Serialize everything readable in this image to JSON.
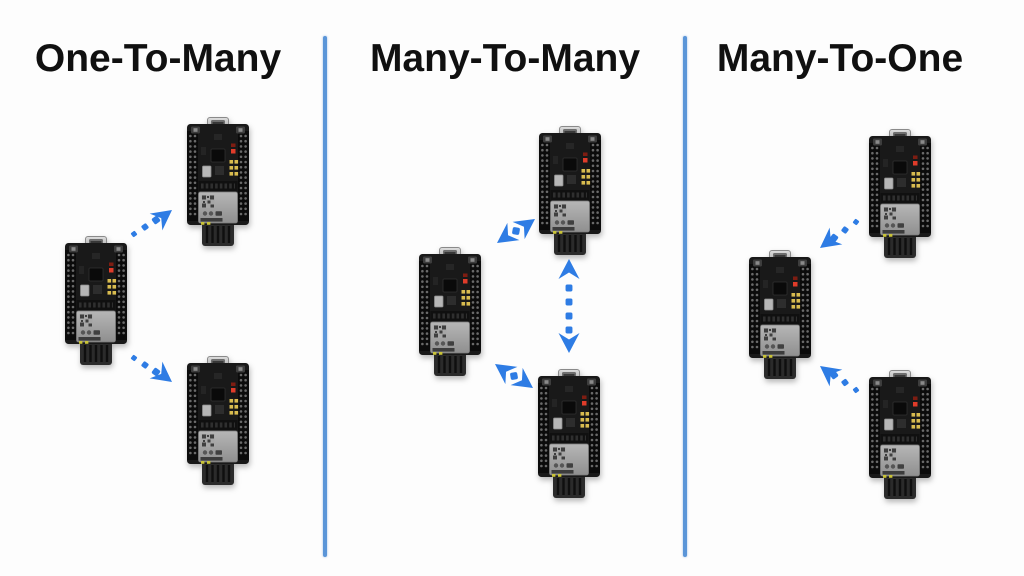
{
  "sections": [
    {
      "title": "One-To-Many",
      "board_count": 3,
      "boards": [
        {
          "role": "sender-left"
        },
        {
          "role": "receiver-top-right"
        },
        {
          "role": "receiver-bottom-right"
        }
      ],
      "arrows": [
        {
          "style": "dotted",
          "heads": 1,
          "direction": "up-right"
        },
        {
          "style": "dotted",
          "heads": 1,
          "direction": "down-right"
        }
      ]
    },
    {
      "title": "Many-To-Many",
      "board_count": 3,
      "boards": [
        {
          "role": "peer-left"
        },
        {
          "role": "peer-top-right"
        },
        {
          "role": "peer-bottom-right"
        }
      ],
      "arrows": [
        {
          "style": "dotted",
          "heads": 2,
          "direction": "northeast-southwest"
        },
        {
          "style": "dotted",
          "heads": 2,
          "direction": "vertical"
        },
        {
          "style": "dotted",
          "heads": 2,
          "direction": "northwest-southeast"
        }
      ]
    },
    {
      "title": "Many-To-One",
      "board_count": 3,
      "boards": [
        {
          "role": "receiver-left"
        },
        {
          "role": "sender-top-right"
        },
        {
          "role": "sender-bottom-right"
        }
      ],
      "arrows": [
        {
          "style": "dotted",
          "heads": 1,
          "direction": "down-left"
        },
        {
          "style": "dotted",
          "heads": 1,
          "direction": "up-left"
        }
      ]
    }
  ],
  "colors": {
    "arrow": "#2e7ce4",
    "divider": "#5a95d8",
    "title": "#101010",
    "background": "#fdfdfd",
    "board_body": "#191919",
    "board_shield": "#a3a3a3"
  }
}
